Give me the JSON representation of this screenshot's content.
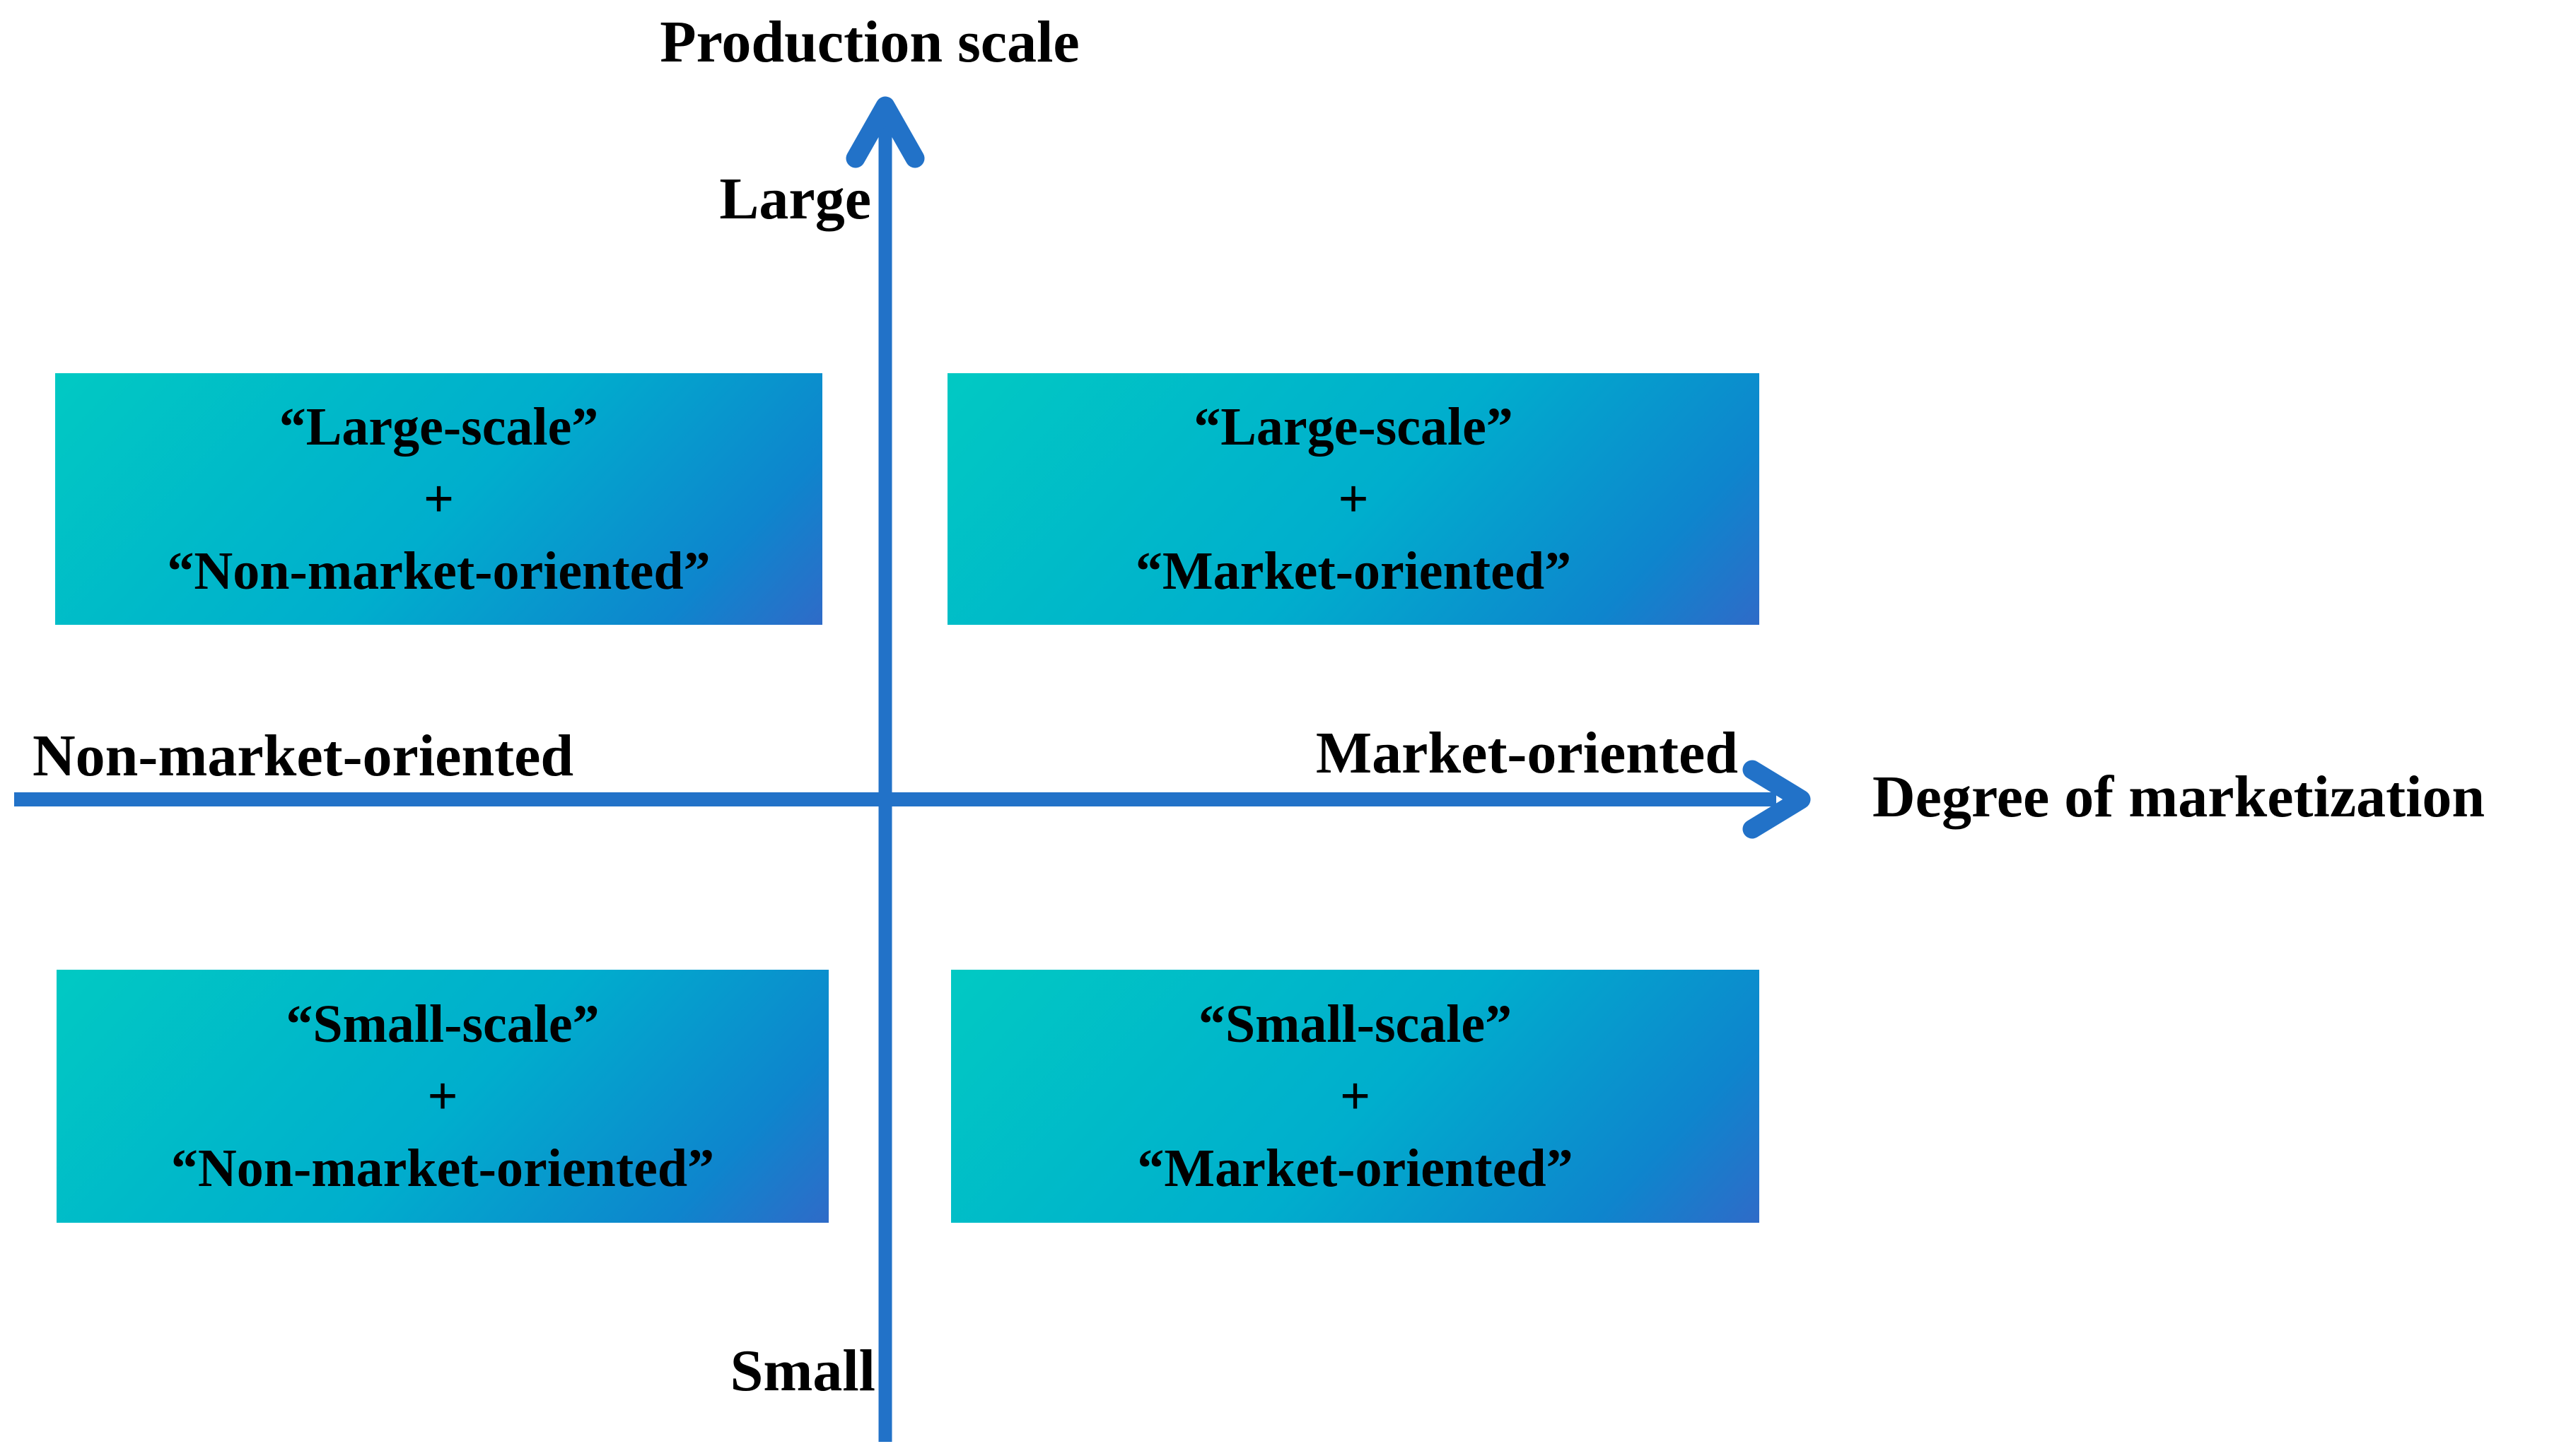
{
  "figure": {
    "type": "quadrant-diagram"
  },
  "axes": {
    "vertical": {
      "title": "Production scale",
      "max_label": "Large",
      "min_label": "Small"
    },
    "horizontal": {
      "title": "Degree of marketization",
      "min_label": "Non-market-oriented",
      "max_label": "Market-oriented"
    }
  },
  "quadrants": {
    "top_left": {
      "line1": "“Large-scale”",
      "operator": "+",
      "line2": "“Non-market-oriented”"
    },
    "top_right": {
      "line1": "“Large-scale”",
      "operator": "+",
      "line2": "“Market-oriented”"
    },
    "bottom_left": {
      "line1": "“Small-scale”",
      "operator": "+",
      "line2": "“Non-market-oriented”"
    },
    "bottom_right": {
      "line1": "“Small-scale”",
      "operator": "+",
      "line2": "“Market-oriented”"
    }
  },
  "colors": {
    "axis": "#2272C8",
    "text": "#000000",
    "quadrant_gradient_start": "#01C9C3",
    "quadrant_gradient_mid": "#00AECD",
    "quadrant_gradient_late": "#0E85CD",
    "quadrant_gradient_end": "#2F6BC8"
  }
}
